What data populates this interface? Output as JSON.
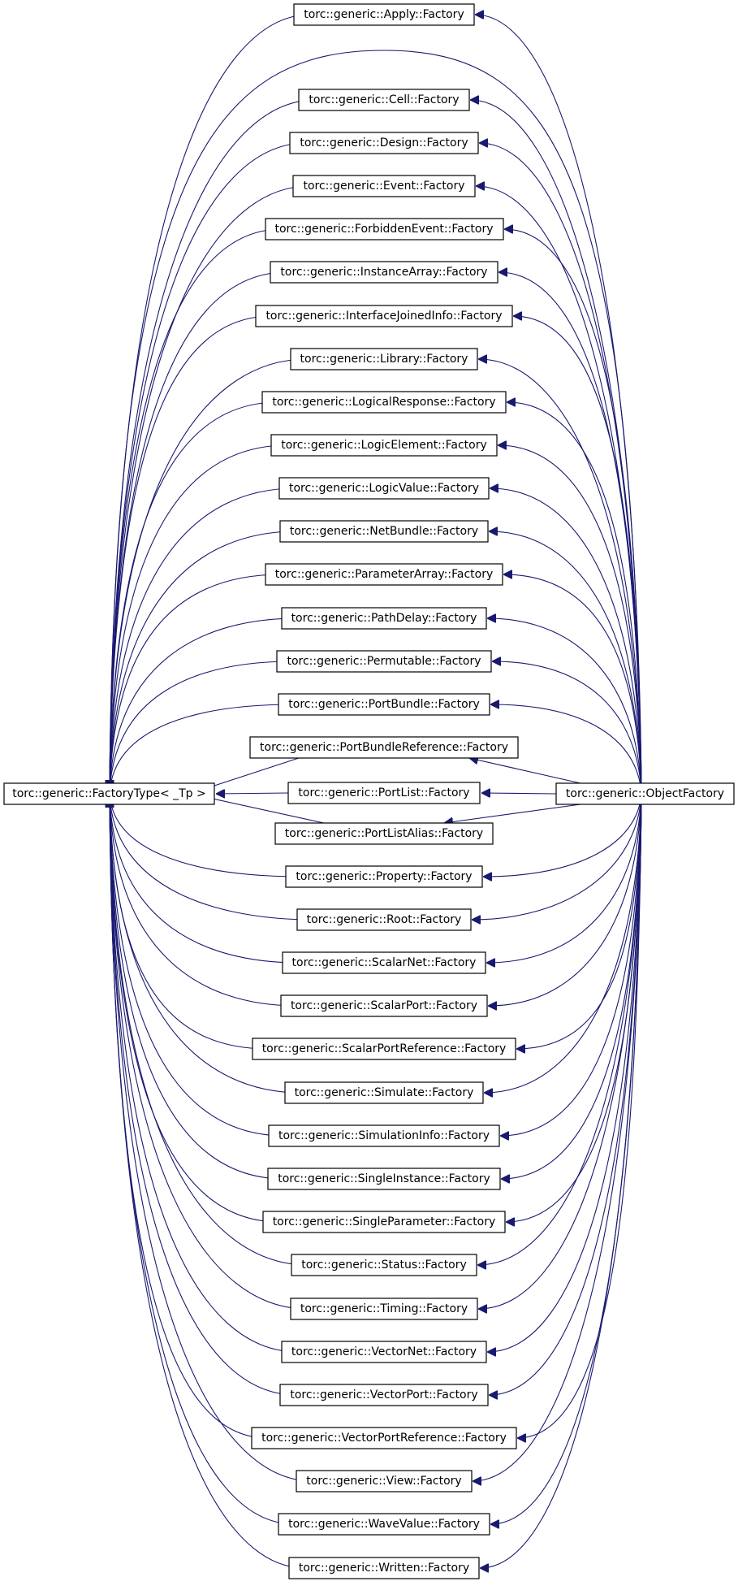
{
  "diagram": {
    "base_class": "torc::generic::FactoryType< _Tp >",
    "derived_class": "torc::generic::ObjectFactory",
    "factories": [
      "torc::generic::Apply::Factory",
      "torc::generic::Cell::Factory",
      "torc::generic::Design::Factory",
      "torc::generic::Event::Factory",
      "torc::generic::ForbiddenEvent::Factory",
      "torc::generic::InstanceArray::Factory",
      "torc::generic::InterfaceJoinedInfo::Factory",
      "torc::generic::Library::Factory",
      "torc::generic::LogicalResponse::Factory",
      "torc::generic::LogicElement::Factory",
      "torc::generic::LogicValue::Factory",
      "torc::generic::NetBundle::Factory",
      "torc::generic::ParameterArray::Factory",
      "torc::generic::PathDelay::Factory",
      "torc::generic::Permutable::Factory",
      "torc::generic::PortBundle::Factory",
      "torc::generic::PortBundleReference::Factory",
      "torc::generic::PortList::Factory",
      "torc::generic::PortListAlias::Factory",
      "torc::generic::Property::Factory",
      "torc::generic::Root::Factory",
      "torc::generic::ScalarNet::Factory",
      "torc::generic::ScalarPort::Factory",
      "torc::generic::ScalarPortReference::Factory",
      "torc::generic::Simulate::Factory",
      "torc::generic::SimulationInfo::Factory",
      "torc::generic::SingleInstance::Factory",
      "torc::generic::SingleParameter::Factory",
      "torc::generic::Status::Factory",
      "torc::generic::Timing::Factory",
      "torc::generic::VectorNet::Factory",
      "torc::generic::VectorPort::Factory",
      "torc::generic::VectorPortReference::Factory",
      "torc::generic::View::Factory",
      "torc::generic::WaveValue::Factory",
      "torc::generic::Written::Factory"
    ],
    "colors": {
      "edge": "#191970",
      "box_border": "#000000",
      "box_fill": "#ffffff"
    }
  }
}
